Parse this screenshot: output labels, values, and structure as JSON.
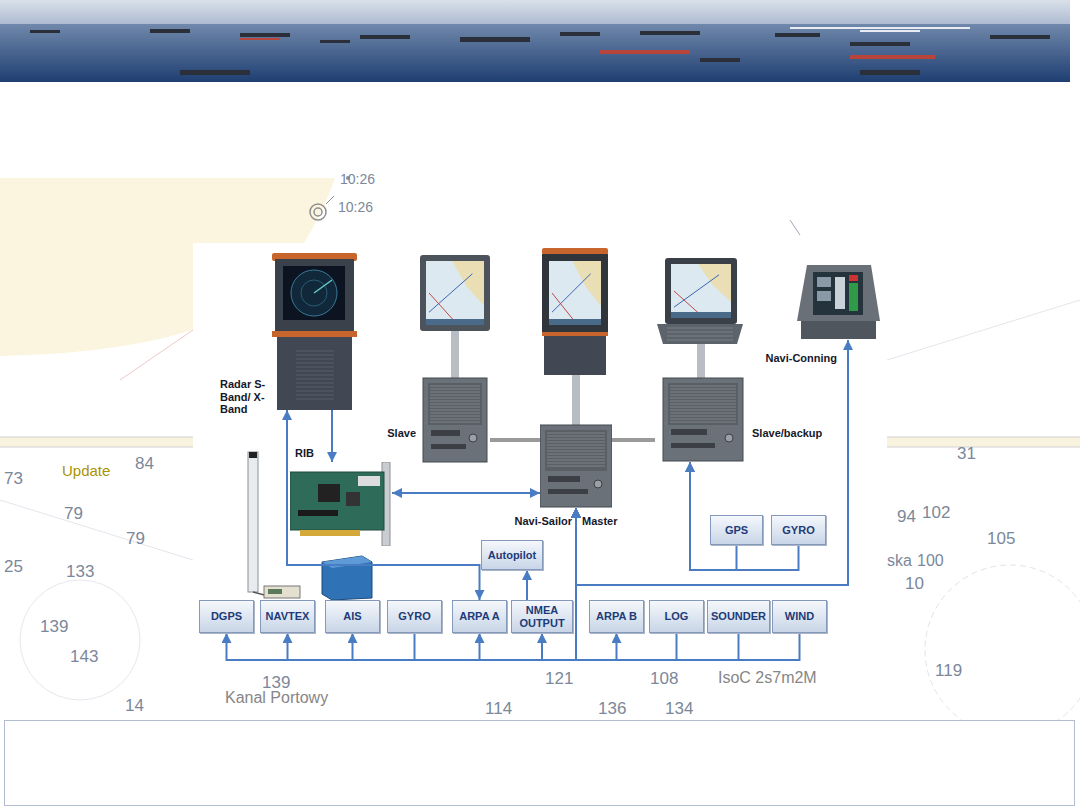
{
  "diagram": {
    "nodes": [
      {
        "text": [
          "Radar S-Band/ X-Band"
        ]
      },
      {
        "text": [
          "Slave"
        ]
      },
      {
        "text": [
          "Navi-Sailor",
          "Master"
        ]
      },
      {
        "text": [
          "Slave/backup"
        ]
      },
      {
        "text": [
          "Navi-Conning"
        ]
      },
      {
        "text": [
          "RIB"
        ]
      },
      {
        "text": [
          "Autopilot"
        ]
      },
      {
        "text": [
          "GPS"
        ]
      },
      {
        "text": [
          "GYRO"
        ]
      },
      {
        "text": [
          "DGPS"
        ]
      },
      {
        "text": [
          "NAVTEX"
        ]
      },
      {
        "text": [
          "AIS"
        ]
      },
      {
        "text": [
          "GYRO"
        ]
      },
      {
        "text": [
          "ARPA A"
        ]
      },
      {
        "text": [
          "NMEA OUTPUT"
        ]
      },
      {
        "text": [
          "ARPA B"
        ]
      },
      {
        "text": [
          "LOG"
        ]
      },
      {
        "text": [
          "SOUNDER"
        ]
      },
      {
        "text": [
          "WIND"
        ]
      }
    ],
    "edges": [
      {
        "from": 0,
        "to": 5,
        "arrow": "to"
      },
      {
        "from": 5,
        "to": 2,
        "arrow": "both"
      },
      {
        "from": 0,
        "to": 13,
        "arrow": "both"
      },
      {
        "from": 1,
        "to": 2,
        "arrow": "none"
      },
      {
        "from": 2,
        "to": 3,
        "arrow": "none"
      },
      {
        "from": 2,
        "to": 4,
        "arrow": "both"
      },
      {
        "from": 7,
        "to": 3,
        "arrow": "to"
      },
      {
        "from": 8,
        "to": 3,
        "arrow": "to"
      },
      {
        "from": 14,
        "to": 6,
        "arrow": "to"
      },
      {
        "from": 9,
        "to": 2,
        "arrow": "both"
      },
      {
        "from": 10,
        "to": 2,
        "arrow": "both"
      },
      {
        "from": 11,
        "to": 2,
        "arrow": "both"
      },
      {
        "from": 12,
        "to": 2,
        "arrow": "to"
      },
      {
        "from": 13,
        "to": 2,
        "arrow": "both"
      },
      {
        "from": 2,
        "to": 14,
        "arrow": "to"
      },
      {
        "from": 15,
        "to": 2,
        "arrow": "both"
      },
      {
        "from": 16,
        "to": 2,
        "arrow": "to"
      },
      {
        "from": 17,
        "to": 2,
        "arrow": "to"
      },
      {
        "from": 18,
        "to": 2,
        "arrow": "to"
      }
    ],
    "labels": [
      "10:26",
      "10:26",
      "84",
      "Update",
      "73",
      "79",
      "31",
      "94",
      "102",
      "105",
      "79",
      "ska",
      "100",
      "25",
      "133",
      "10",
      "139",
      "143",
      "121",
      "119",
      "108",
      "IsoC 2s7m2M",
      "139",
      "Kanal Portowy",
      "14",
      "136",
      "134",
      "114"
    ]
  }
}
